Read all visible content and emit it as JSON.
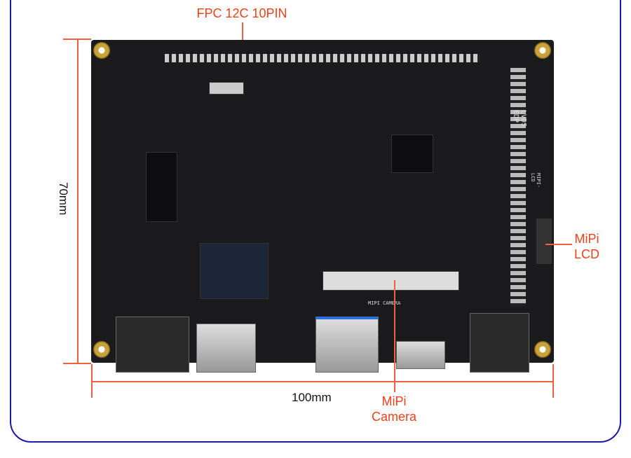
{
  "annotations": {
    "fpc_label": "FPC 12C 10PIN",
    "mipi_lcd_label": [
      "MiPi",
      "LCD"
    ],
    "mipi_camera_label": [
      "MiPi",
      "Camera"
    ]
  },
  "dimensions": {
    "width": "100mm",
    "height": "70mm"
  },
  "board_silk": {
    "lvds": "LVDS",
    "edp": "EDP",
    "mipi_lcd": "MIPI-LCD",
    "mipi_camera": "MIPI CAMERA"
  },
  "colors": {
    "accent": "#f0401a",
    "frame": "#1a1aa8",
    "board": "#1b1b1d"
  }
}
